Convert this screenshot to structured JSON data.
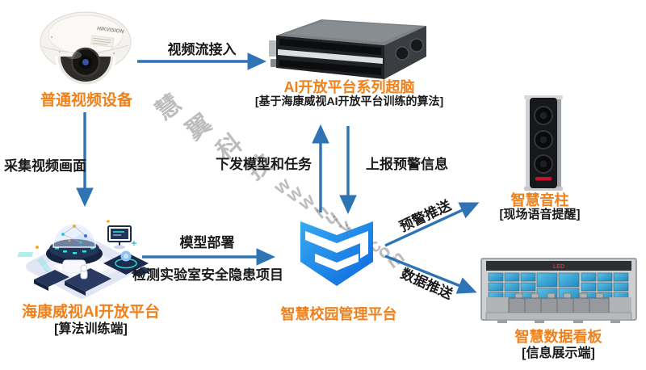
{
  "watermark": {
    "chars": "慧翼科技",
    "url": "www.huiyikj.com"
  },
  "colors": {
    "accent-orange": "#F0811A",
    "arrow-blue": "#2E74B5",
    "text-dark": "#1A1A1A",
    "screen-blue": "#2AA2D8",
    "led-red": "#D93030",
    "shield-blue-light": "#35AAF2",
    "shield-blue-dark": "#0E67DE"
  },
  "nodes": {
    "camera": {
      "label": "普通视频设备",
      "brand": "HIKVISION"
    },
    "server": {
      "label": "AI开放平台系列超脑",
      "sublabel": "[基于海康威视AI开放平台训练的算法]"
    },
    "training": {
      "label": "海康威视AI开放平台",
      "sublabel": "[算法训练端]"
    },
    "campus": {
      "label": "智慧校园管理平台"
    },
    "speaker": {
      "label": "智慧音柱",
      "sublabel": "[现场语音提醒]"
    },
    "board": {
      "label": "智慧数据看板",
      "sublabel": "[信息展示端]",
      "panel_text": "LED"
    }
  },
  "edges": {
    "video_stream": {
      "label": "视频流接入"
    },
    "capture": {
      "label": "采集视频画面"
    },
    "deploy": {
      "label": "模型部署",
      "sublabel": "检测实验室安全隐患项目"
    },
    "dispatch": {
      "label": "下发模型和任务"
    },
    "report": {
      "label": "上报预警信息"
    },
    "alert_push": {
      "label": "预警推送"
    },
    "data_push": {
      "label": "数据推送"
    }
  }
}
